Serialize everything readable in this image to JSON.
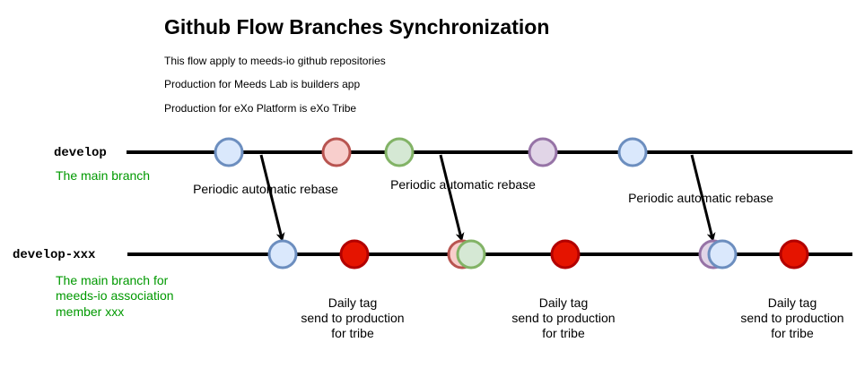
{
  "title": "Github Flow Branches Synchronization",
  "notes": [
    "This flow apply to meeds-io github repositories",
    "Production for Meeds Lab is builders app",
    "Production for eXo Platform is eXo Tribe"
  ],
  "branches": {
    "develop": {
      "name": "develop",
      "description": [
        "The main branch"
      ]
    },
    "develop_xxx": {
      "name": "develop-xxx",
      "description": [
        "The main branch for",
        "meeds-io association",
        "member xxx"
      ]
    }
  },
  "rebase_label": "Periodic automatic rebase",
  "daily_tag_label": [
    "Daily tag",
    "send to production",
    "for tribe"
  ],
  "colors": {
    "line": "#000000",
    "blue_fill": "#dae8fc",
    "blue_stroke": "#6c8ebf",
    "red_light_fill": "#f8cecc",
    "red_light_stroke": "#b85450",
    "green_fill": "#d5e8d4",
    "green_stroke": "#82b366",
    "purple_fill": "#e1d5e7",
    "purple_stroke": "#9673a6",
    "red_fill": "#e51400",
    "red_stroke": "#b20000",
    "desc_green": "#009900"
  }
}
